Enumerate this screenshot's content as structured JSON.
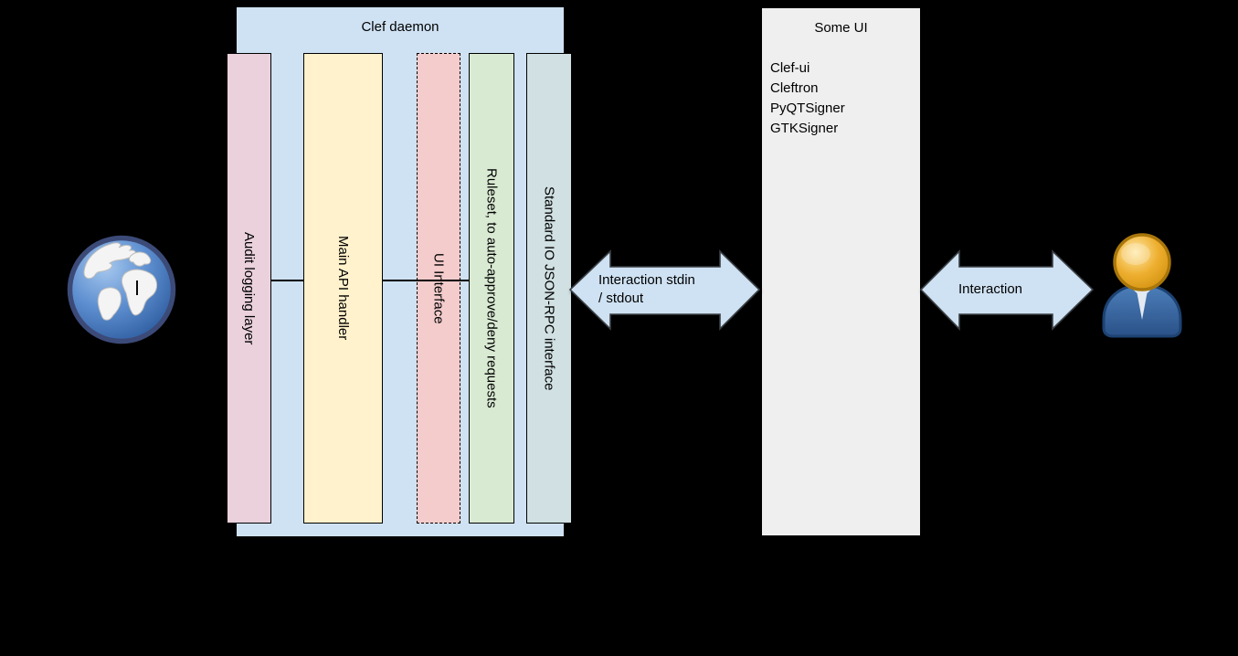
{
  "background_color": "#000000",
  "clef_daemon": {
    "title": "Clef daemon",
    "fill": "#cfe2f3",
    "layers": [
      {
        "label": "Audit logging layer",
        "fill": "#ead1dc",
        "border_style": "solid"
      },
      {
        "label": "Main API handler",
        "fill": "#fff2cc",
        "border_style": "solid"
      },
      {
        "label": "UI Interface",
        "fill": "#f4cccc",
        "border_style": "dashed"
      },
      {
        "label": "Ruleset, to auto-approve/deny requests",
        "fill": "#d9ead3",
        "border_style": "solid"
      },
      {
        "label": "Standard IO JSON-RPC interface",
        "fill": "#d0e0e3",
        "border_style": "solid"
      }
    ]
  },
  "some_ui": {
    "title": "Some UI",
    "fill": "#efefef",
    "items": [
      "Clef-ui",
      "Cleftron",
      "PyQTSigner",
      "GTKSigner"
    ]
  },
  "arrows": {
    "stdin": {
      "label_line1": "Interaction stdin",
      "label_line2": "/ stdout",
      "fill": "#cfe2f3",
      "direction": "bidirectional"
    },
    "user": {
      "label": "Interaction",
      "fill": "#cfe2f3",
      "direction": "bidirectional"
    }
  },
  "icons": {
    "left": "globe-icon",
    "right": "user-icon"
  }
}
